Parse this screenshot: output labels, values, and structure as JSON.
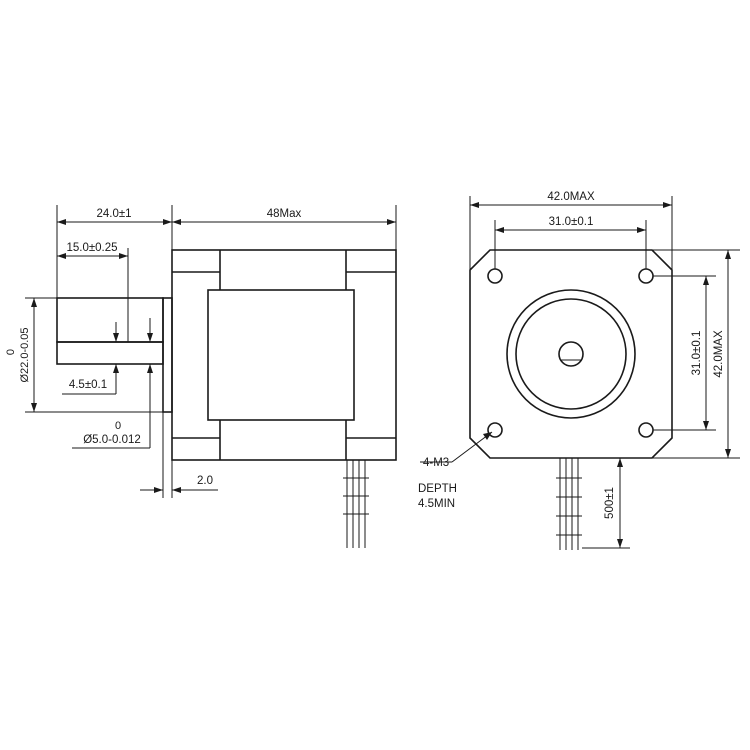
{
  "side_view": {
    "shaft_length": "24.0±1",
    "body_length": "48Max",
    "flat_length": "15.0±0.25",
    "boss_tol_upper": "0",
    "boss_diameter": "Ø22.0-0.05",
    "flat_depth": "4.5±0.1",
    "shaft_tol_upper": "0",
    "shaft_diameter": "Ø5.0-0.012",
    "boss_height": "2.0"
  },
  "front_view": {
    "overall_width": "42.0MAX",
    "hole_spacing_horizontal": "31.0±0.1",
    "hole_spacing_vertical": "31.0±0.1",
    "overall_height": "42.0MAX",
    "mounting_holes": "4-M3",
    "depth_label": "DEPTH",
    "depth_value": "4.5MIN",
    "lead_length": "500±1"
  }
}
